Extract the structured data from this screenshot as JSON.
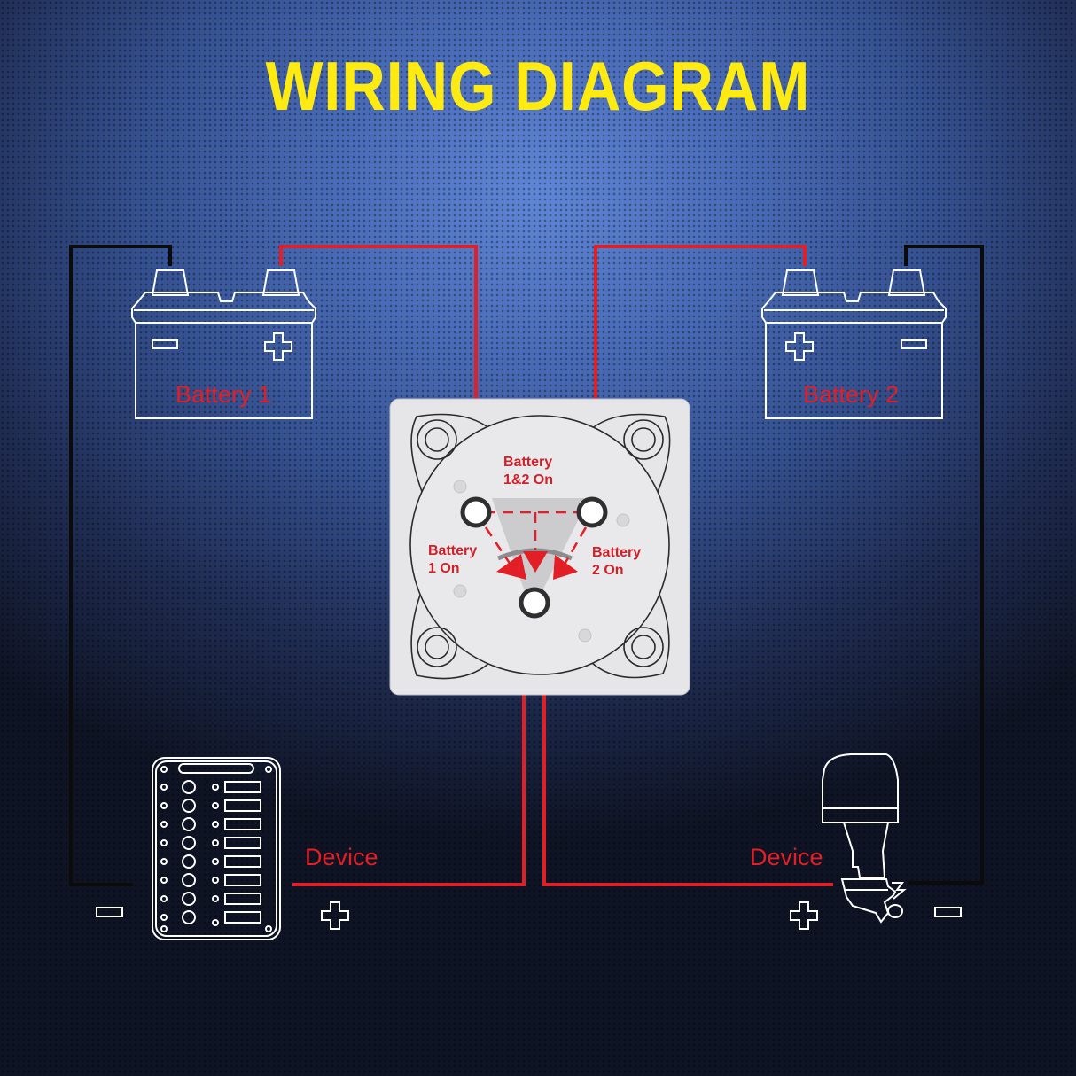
{
  "title": "WIRING DIAGRAM",
  "colors": {
    "title": "#ffea12",
    "positive_wire": "#e21f26",
    "negative_wire": "#0b0b0b",
    "outline": "#ffffff",
    "switch_plate": "#e6e6e8"
  },
  "battery1": {
    "label": "Battery 1",
    "left_sign": "minus",
    "right_sign": "plus"
  },
  "battery2": {
    "label": "Battery 2",
    "left_sign": "plus",
    "right_sign": "minus"
  },
  "switch": {
    "top_label_line1": "Battery",
    "top_label_line2": "1&2 On",
    "left_label_line1": "Battery",
    "left_label_line2": "1 On",
    "right_label_line1": "Battery",
    "right_label_line2": "2 On"
  },
  "device_left": {
    "label": "Device",
    "icon": "switch-panel-icon",
    "left_sign": "minus",
    "right_sign": "plus"
  },
  "device_right": {
    "label": "Device",
    "icon": "outboard-motor-icon",
    "left_sign": "plus",
    "right_sign": "minus"
  }
}
